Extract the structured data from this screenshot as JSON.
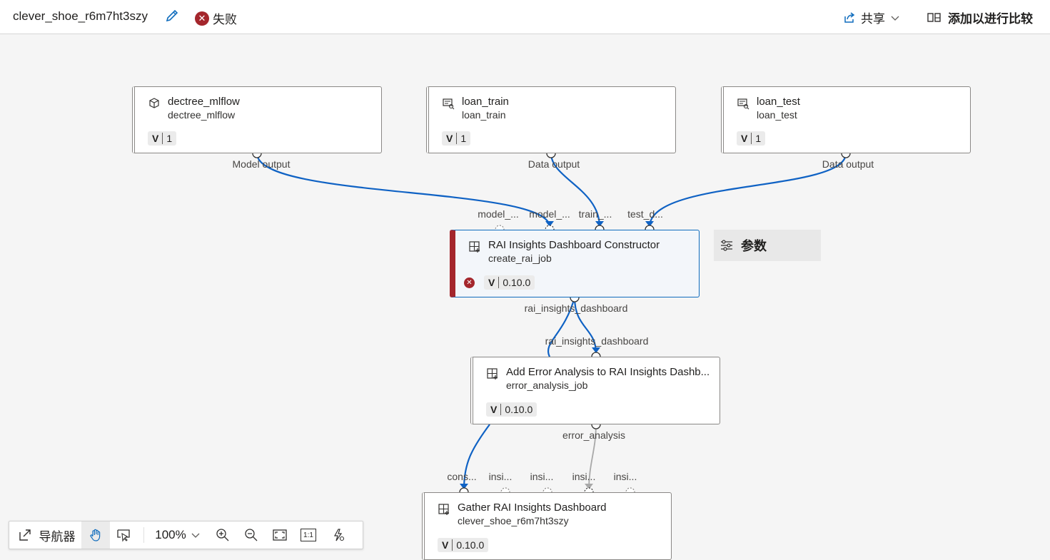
{
  "header": {
    "job_name": "clever_shoe_r6m7ht3szy",
    "status_label": "失败",
    "share_label": "共享",
    "compare_label": "添加以进行比较"
  },
  "nodes": {
    "model": {
      "title": "dectree_mlflow",
      "subtitle": "dectree_mlflow",
      "version_key": "V",
      "version": "1",
      "output_label": "Model output"
    },
    "train": {
      "title": "loan_train",
      "subtitle": "loan_train",
      "version_key": "V",
      "version": "1",
      "output_label": "Data output"
    },
    "test": {
      "title": "loan_test",
      "subtitle": "loan_test",
      "version_key": "V",
      "version": "1",
      "output_label": "Data output"
    },
    "constructor": {
      "title": "RAI Insights Dashboard Constructor",
      "subtitle": "create_rai_job",
      "version_key": "V",
      "version": "0.10.0",
      "inputs": [
        "model_...",
        "model_...",
        "train_...",
        "test_d..."
      ],
      "output_label": "rai_insights_dashboard",
      "status": "failed"
    },
    "error_analysis": {
      "title": "Add Error Analysis to RAI Insights Dashb...",
      "subtitle": "error_analysis_job",
      "version_key": "V",
      "version": "0.10.0",
      "input_label": "rai_insights_dashboard",
      "output_label": "error_analysis"
    },
    "gather": {
      "title": "Gather RAI Insights Dashboard",
      "subtitle": "clever_shoe_r6m7ht3szy",
      "version_key": "V",
      "version": "0.10.0",
      "inputs": [
        "cons...",
        "insi...",
        "insi...",
        "insi...",
        "insi..."
      ]
    }
  },
  "params_panel": {
    "label": "参数"
  },
  "toolbar": {
    "navigator_label": "导航器",
    "zoom": "100%",
    "fit_label": "1:1"
  },
  "colors": {
    "edge_active": "#0f62c4",
    "edge_inactive": "#a8a8a8",
    "error": "#a4262c",
    "selected_border": "#0f6cbd"
  }
}
